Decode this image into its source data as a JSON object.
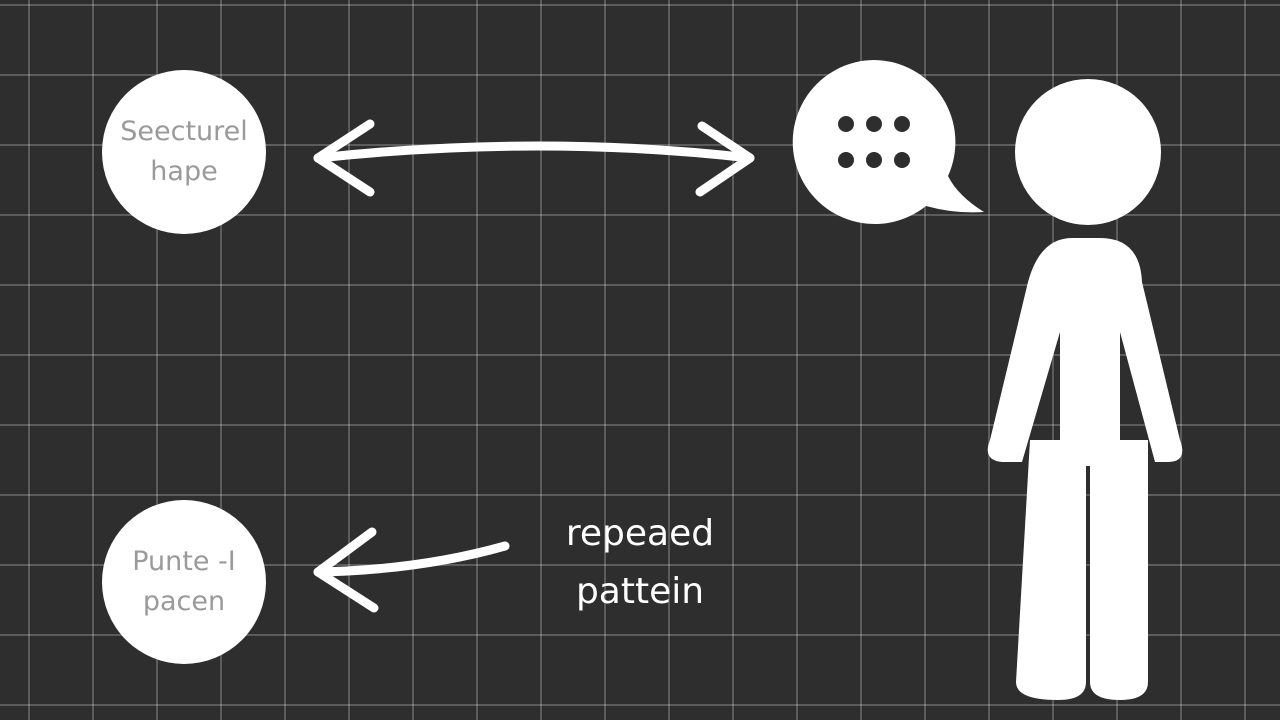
{
  "nodes": {
    "top": {
      "line1": "Seecturel",
      "line2": "hape"
    },
    "bottom": {
      "line1": "Punte -I",
      "line2": "pacen"
    }
  },
  "caption": {
    "line1": "repeaed",
    "line2": "pattein"
  },
  "colors": {
    "background": "#2e2e2e",
    "grid": "#5a5a5a",
    "foreground": "#ffffff",
    "node_text": "#9a9a9a"
  },
  "icons": {
    "speech": "speech-bubble-icon",
    "person": "person-icon"
  }
}
